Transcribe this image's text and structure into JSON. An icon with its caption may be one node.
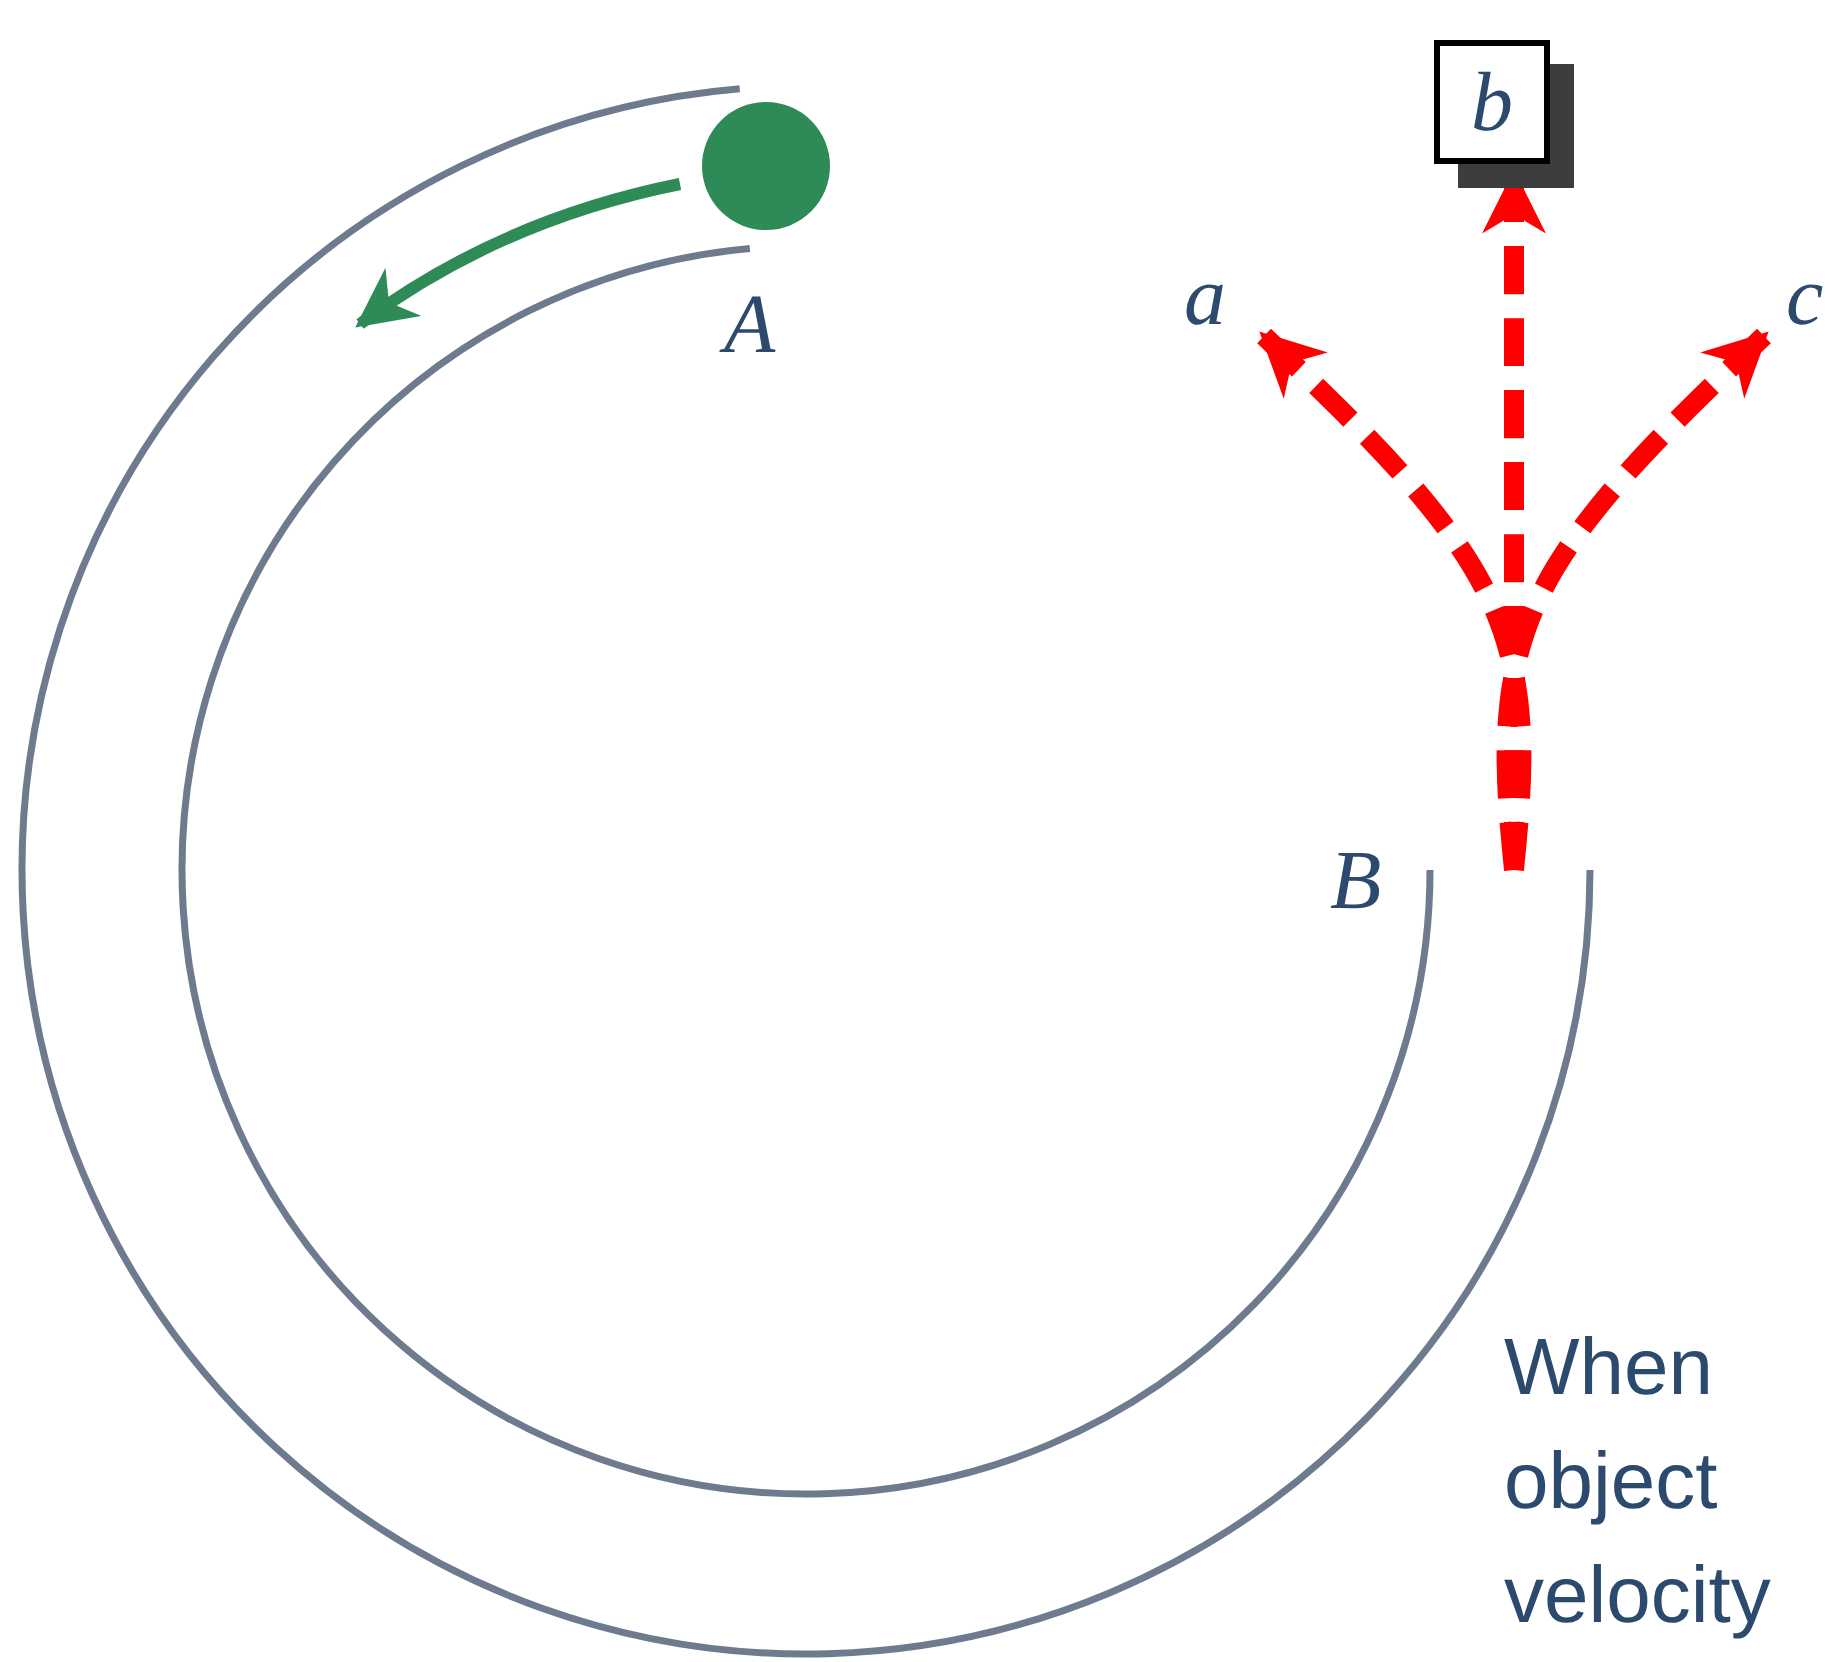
{
  "diagram": {
    "nodes": [
      {
        "text": [
          "a"
        ]
      },
      {
        "text": [
          "b"
        ]
      },
      {
        "text": [
          "c"
        ]
      }
    ],
    "edges": [
      {
        "from": null,
        "to": 0,
        "arrow": "to",
        "style": "dashed"
      },
      {
        "from": null,
        "to": 1,
        "arrow": "to",
        "style": "dashed"
      },
      {
        "from": null,
        "to": 2,
        "arrow": "to",
        "style": "dashed"
      }
    ],
    "labels": [
      "A",
      "B",
      "When object velocity"
    ]
  }
}
